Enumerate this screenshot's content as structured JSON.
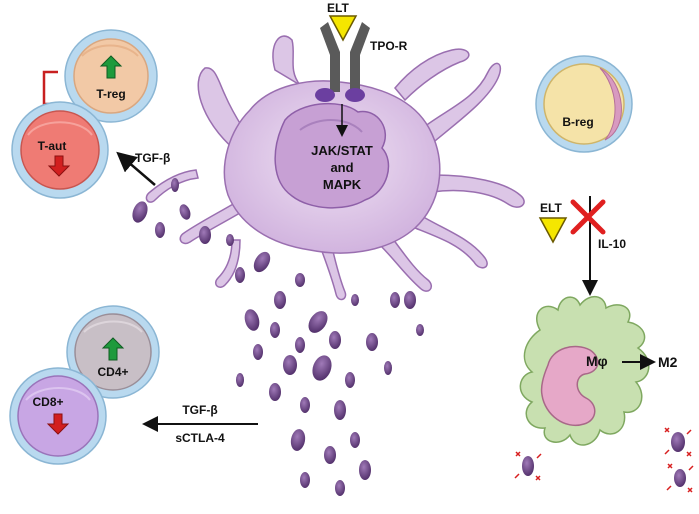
{
  "labels": {
    "elt_top": "ELT",
    "receptor": "TPO-R",
    "pathway_line1": "JAK/STAT",
    "pathway_line2": "and",
    "pathway_line3": "MAPK",
    "treg": "T-reg",
    "taut": "T-aut",
    "tgf_beta_upper": "TGF-β",
    "breg": "B-reg",
    "elt_side": "ELT",
    "il10": "IL-10",
    "cd4": "CD4+",
    "cd8": "CD8+",
    "tgf_beta_lower": "TGF-β",
    "sctla4": "sCTLA-4",
    "macrophage": "Mφ",
    "m2": "M2"
  },
  "colors": {
    "megakaryocyte_fill": "#dcc6e6",
    "megakaryocyte_stroke": "#9a6fb0",
    "nucleus_fill": "#c7a0d4",
    "platelet": "#6a4485",
    "receptor_gray": "#5a5a5a",
    "receptor_foot": "#6b3fa0",
    "elt_yellow": "#f5e600",
    "treg_fill": "#f2c9a6",
    "taut_fill": "#ef7b74",
    "cell_halo": "#b9d9ef",
    "cd4_fill": "#c8bfc6",
    "cd8_fill": "#c8a6e4",
    "breg_fill": "#f5e3a8",
    "breg_inner": "#d89ac0",
    "macrophage_fill": "#c8e0b0",
    "macrophage_nucleus": "#e6a8c8",
    "up_arrow": "#1e9a3c",
    "down_arrow": "#d21f1f",
    "inhibit": "#c82020",
    "block_x": "#e02020"
  },
  "icons": [
    "up-arrow-icon",
    "down-arrow-icon",
    "inhibition-bar-icon",
    "block-x-icon",
    "elt-triangle-icon"
  ]
}
